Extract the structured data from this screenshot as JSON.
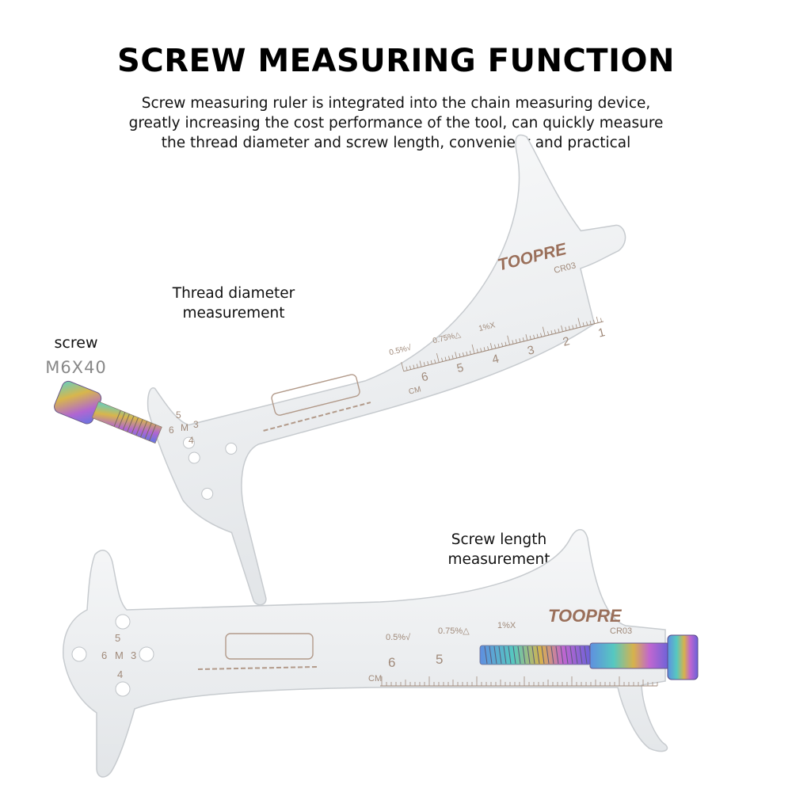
{
  "header": {
    "title": "SCREW MEASURING FUNCTION",
    "description": "Screw measuring ruler is integrated into the chain measuring device, greatly increasing the cost performance of the tool, can quickly measure the thread diameter and screw length, convenient and practical"
  },
  "callouts": {
    "thread_line1": "Thread diameter",
    "thread_line2": "measurement",
    "length_line1": "Screw length",
    "length_line2": "measurement",
    "screw_label": "screw",
    "screw_size": "M6X40"
  },
  "tool_top": {
    "brand": "TOOPRE",
    "model": "CR03",
    "ruler_numbers": [
      "1",
      "2",
      "3",
      "4",
      "5",
      "6"
    ],
    "unit": "CM",
    "wear_marks": [
      "0.5%√",
      "0.75%△",
      "1%X"
    ],
    "hole_labels": [
      "5",
      "6",
      "M",
      "3",
      "4"
    ]
  },
  "tool_bottom": {
    "brand": "TOOPRE",
    "model": "CR03",
    "ruler_numbers": [
      "6",
      "5"
    ],
    "unit": "CM",
    "wear_marks": [
      "0.5%√",
      "0.75%△",
      "1%X"
    ],
    "hole_labels": [
      "5",
      "6",
      "M",
      "3",
      "4"
    ]
  },
  "colors": {
    "tool_fill": "#eceef0",
    "tool_edge": "#c7cbcf",
    "etch": "#a08a7a",
    "screw_gradient": [
      "#6fd2c0",
      "#d6b24a",
      "#b46ad0",
      "#6a7ae0"
    ]
  }
}
